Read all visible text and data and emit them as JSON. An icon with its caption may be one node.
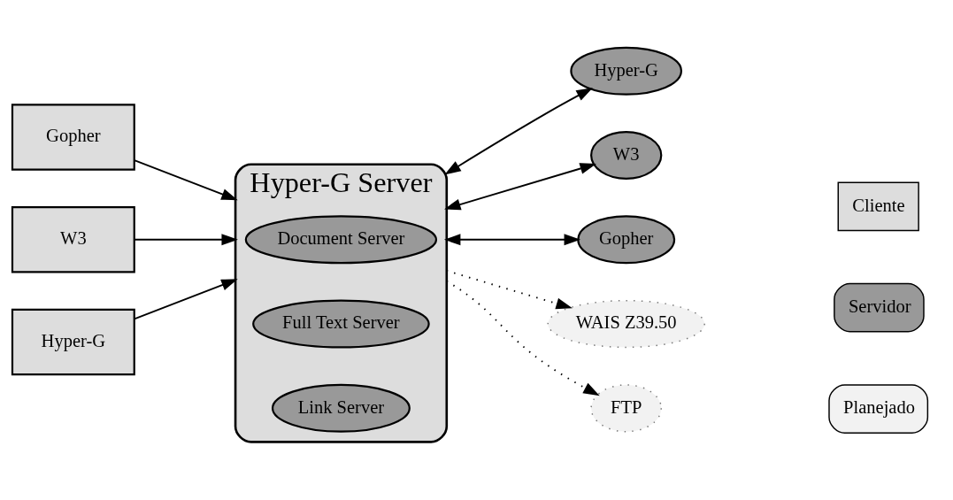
{
  "diagram": {
    "nodes": [
      {
        "text": [
          "Hyper-G Server"
        ]
      },
      {
        "text": [
          "Document Server"
        ],
        "in": 0
      },
      {
        "text": [
          "Full Text Server"
        ],
        "in": 0
      },
      {
        "text": [
          "Link Server"
        ],
        "in": 0
      },
      {
        "text": [
          "Gopher"
        ]
      },
      {
        "text": [
          "W3"
        ]
      },
      {
        "text": [
          "Hyper-G"
        ]
      },
      {
        "text": [
          "Hyper-G"
        ]
      },
      {
        "text": [
          "W3"
        ]
      },
      {
        "text": [
          "Gopher"
        ]
      },
      {
        "text": [
          "WAIS Z39.50"
        ]
      },
      {
        "text": [
          "FTP"
        ]
      }
    ],
    "edges": [
      {
        "from": 4,
        "to": 0,
        "arrow": "to"
      },
      {
        "from": 5,
        "to": 0,
        "arrow": "to"
      },
      {
        "from": 6,
        "to": 0,
        "arrow": "to"
      },
      {
        "from": 0,
        "to": 7,
        "arrow": "both"
      },
      {
        "from": 0,
        "to": 8,
        "arrow": "both"
      },
      {
        "from": 0,
        "to": 9,
        "arrow": "both"
      },
      {
        "from": 0,
        "to": 10,
        "arrow": "to",
        "style": "dashed"
      },
      {
        "from": 0,
        "to": 11,
        "arrow": "to",
        "style": "dashed"
      }
    ],
    "legend": [
      {
        "text": "Cliente",
        "color": "#dddddd"
      },
      {
        "text": "Servidor",
        "color": "#999999"
      },
      {
        "text": "Planejado",
        "color": "#f2f2f2"
      }
    ]
  }
}
